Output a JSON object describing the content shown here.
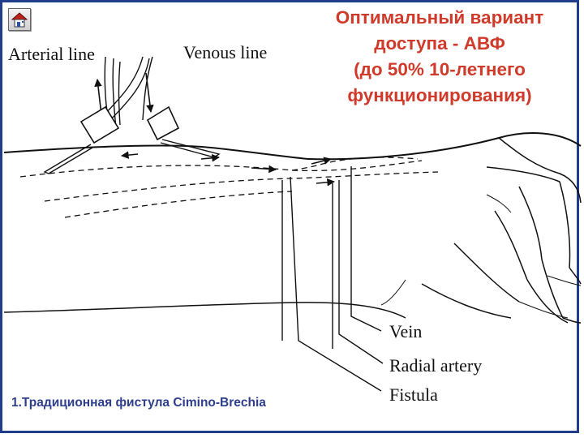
{
  "slide": {
    "title_lines": [
      "Оптимальный вариант",
      "доступа - АВФ",
      "(до 50% 10-летнего",
      "функционирования)"
    ],
    "caption": "1.Традиционная фистула Cimino-Brechia"
  },
  "diagram": {
    "labels": {
      "arterial_line": "Arterial line",
      "venous_line": "Venous line",
      "vein": "Vein",
      "radial_artery": "Radial artery",
      "fistula": "Fistula"
    }
  },
  "icons": {
    "home": "home-icon"
  },
  "colors": {
    "title": "#d03a2a",
    "caption": "#2d3e8c",
    "frame": "#1f3d8a"
  }
}
